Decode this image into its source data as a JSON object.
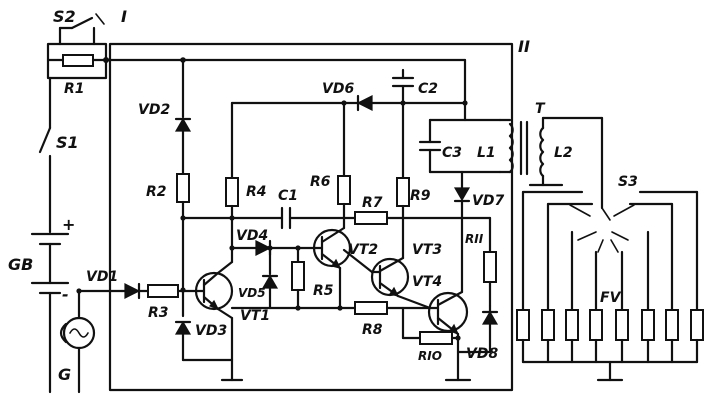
{
  "diagram": {
    "labels": {
      "S2": "S2",
      "I": "I",
      "II": "II",
      "R1": "R1",
      "S1": "S1",
      "GB": "GB",
      "plus": "+",
      "minus": "-",
      "VD1": "VD1",
      "G": "G",
      "VD2": "VD2",
      "R2": "R2",
      "R3": "R3",
      "VD3": "VD3",
      "VT1": "VT1",
      "VD5": "VD5",
      "R4": "R4",
      "C1": "C1",
      "VD4": "VD4",
      "VD6": "VD6",
      "C2": "C2",
      "R6": "R6",
      "R7": "R7",
      "R5": "R5",
      "VT2": "VT2",
      "R8": "R8",
      "C3": "C3",
      "L1": "L1",
      "T": "T",
      "L2": "L2",
      "R9": "R9",
      "VD7": "VD7",
      "VT3": "VT3",
      "VT4": "VT4",
      "R11": "RII",
      "R10": "RIO",
      "VD8": "VD8",
      "S3": "S3",
      "FV": "FV"
    }
  }
}
